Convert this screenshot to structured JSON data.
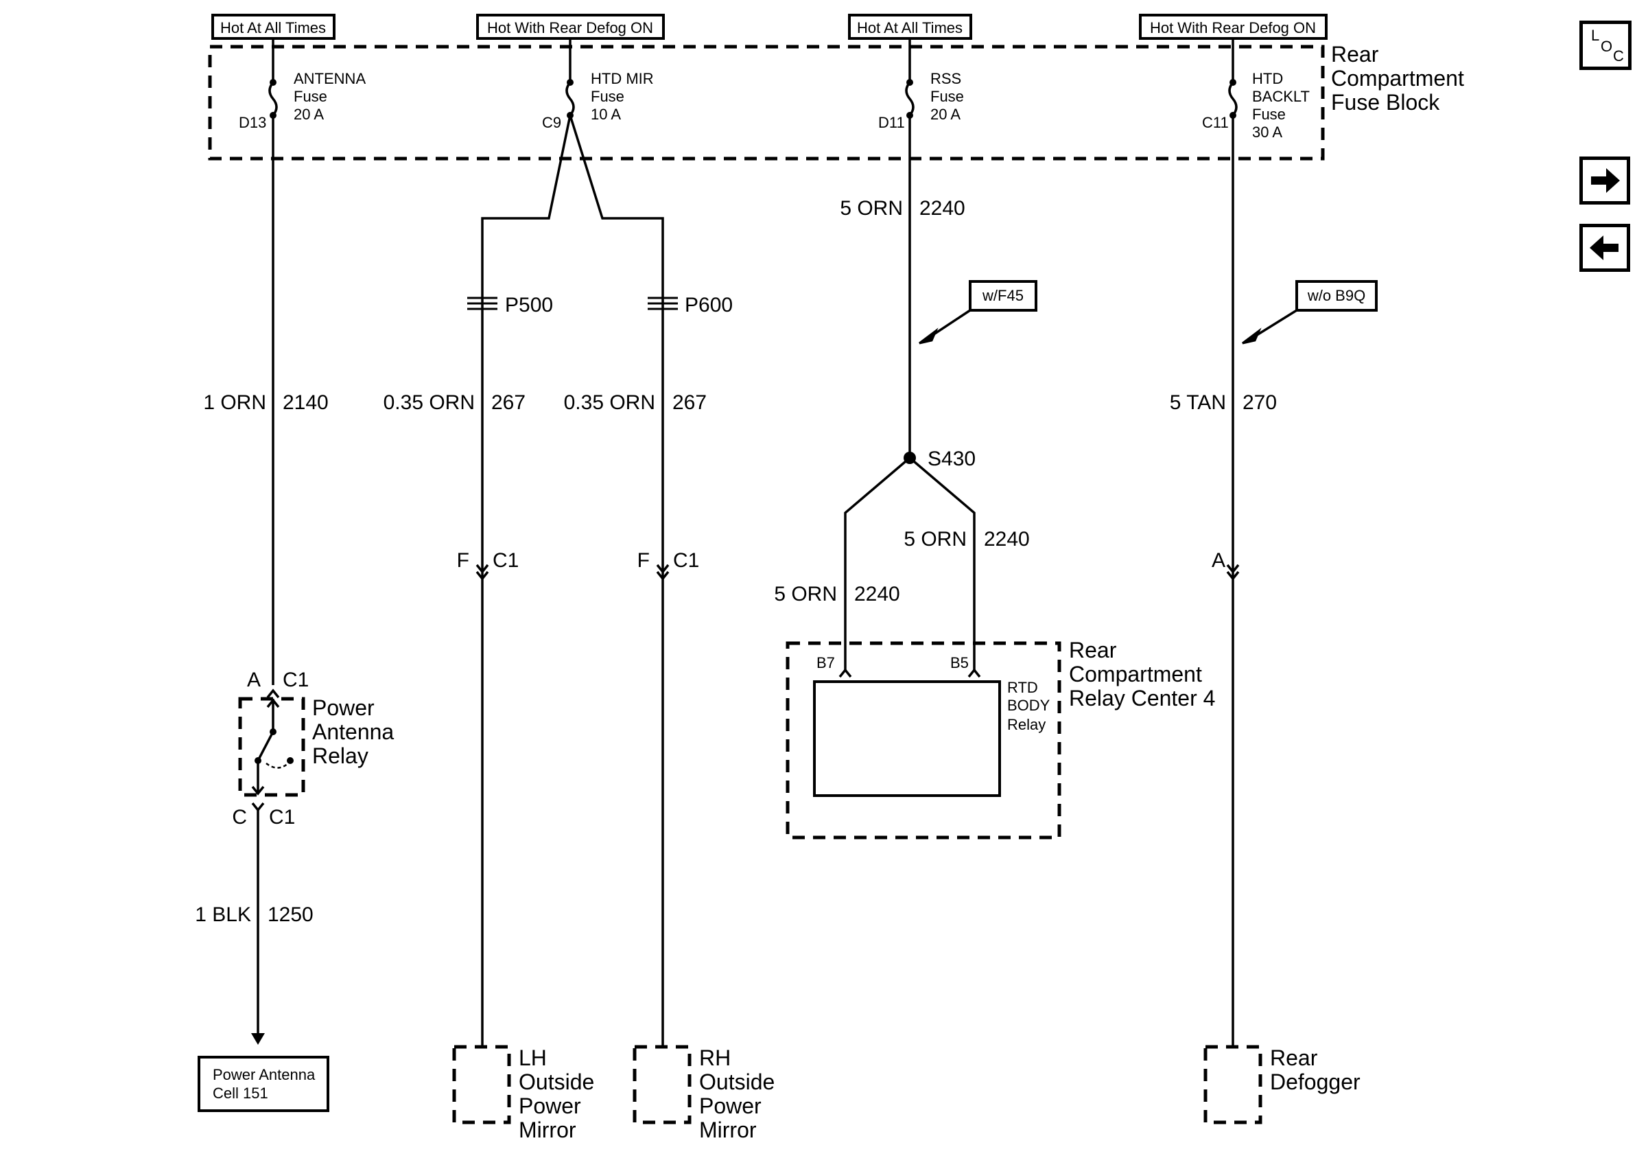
{
  "headers": {
    "antenna": "Hot At All Times",
    "htd_mir": "Hot With Rear Defog ON",
    "rss": "Hot At All Times",
    "htd_backlt": "Hot With Rear Defog ON"
  },
  "fuse_block": {
    "label_line1": "Rear",
    "label_line2": "Compartment",
    "label_line3": "Fuse Block",
    "fuses": {
      "antenna": {
        "name": "ANTENNA",
        "type": "Fuse",
        "rating": "20 A",
        "pin": "D13"
      },
      "htd_mir": {
        "name": "HTD MIR",
        "type": "Fuse",
        "rating": "10 A",
        "pin": "C9"
      },
      "rss": {
        "name": "RSS",
        "type": "Fuse",
        "rating": "20 A",
        "pin": "D11"
      },
      "htd_backlt": {
        "name1": "HTD",
        "name2": "BACKLT",
        "type": "Fuse",
        "rating": "30 A",
        "pin": "C11"
      }
    }
  },
  "wires": {
    "antenna_feed": {
      "gauge": "1 ORN",
      "circuit": "2140"
    },
    "lh_mirror_feed": {
      "gauge": "0.35 ORN",
      "circuit": "267"
    },
    "rh_mirror_feed": {
      "gauge": "0.35 ORN",
      "circuit": "267"
    },
    "rss_feed": {
      "gauge": "5 ORN",
      "circuit": "2240"
    },
    "rss_branch_right": {
      "gauge": "5 ORN",
      "circuit": "2240"
    },
    "rss_branch_left": {
      "gauge": "5 ORN",
      "circuit": "2240"
    },
    "defogger_feed": {
      "gauge": "5 TAN",
      "circuit": "270"
    },
    "antenna_out": {
      "gauge": "1 BLK",
      "circuit": "1250"
    }
  },
  "connectors": {
    "p500": "P500",
    "p600": "P600",
    "lh_c1_pin": "F",
    "lh_c1": "C1",
    "rh_c1_pin": "F",
    "rh_c1": "C1",
    "relay_in_pin": "A",
    "relay_in": "C1",
    "relay_out_pin": "C",
    "relay_out": "C1",
    "defog_pin": "A",
    "splice": "S430",
    "b7": "B7",
    "b5": "B5"
  },
  "options": {
    "f45": "w/F45",
    "b9q": "w/o B9Q"
  },
  "components": {
    "power_antenna_relay": [
      "Power",
      "Antenna",
      "Relay"
    ],
    "relay_center": [
      "Rear",
      "Compartment",
      "Relay Center 4"
    ],
    "rtd_body_relay": [
      "RTD",
      "BODY",
      "Relay"
    ],
    "lh_mirror": [
      "LH",
      "Outside",
      "Power",
      "Mirror"
    ],
    "rh_mirror": [
      "RH",
      "Outside",
      "Power",
      "Mirror"
    ],
    "rear_defogger": [
      "Rear",
      "Defogger"
    ],
    "power_antenna_cell": [
      "Power Antenna",
      "Cell 151"
    ]
  },
  "nav": {
    "loc_l": "L",
    "loc_o": "O",
    "loc_c": "C",
    "forward_icon": "right-arrow-icon",
    "back_icon": "left-arrow-icon"
  }
}
